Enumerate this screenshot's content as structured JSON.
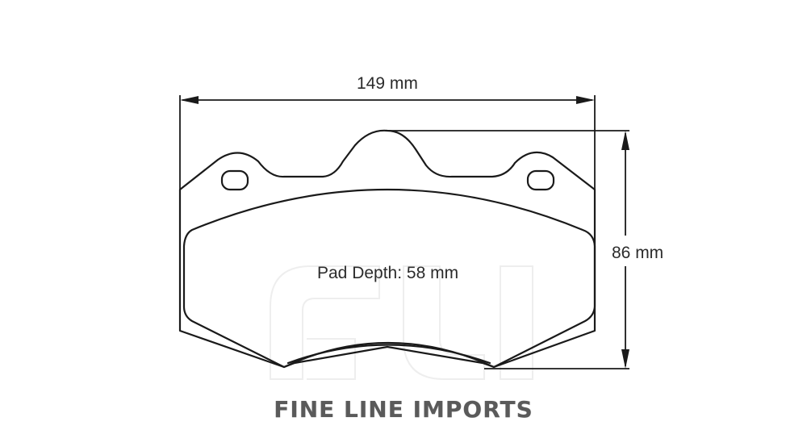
{
  "diagram": {
    "subject": "brake pad outline",
    "dimensions": {
      "width": "149 mm",
      "height": "86 mm",
      "pad_depth": "Pad Depth: 58 mm"
    },
    "watermark": "FLI",
    "brand": "FINE LINE IMPORTS"
  },
  "colors": {
    "line": "#1a1a1a",
    "text": "#2b2b2b",
    "brand": "#5a5a5a",
    "watermark": "#f0f0f0",
    "background": "#ffffff"
  }
}
